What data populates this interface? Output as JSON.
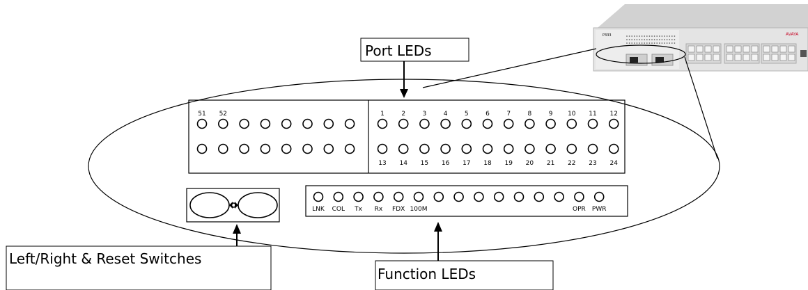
{
  "callouts": {
    "port_leds": "Port LEDs",
    "function_leds": "Function LEDs",
    "switches": "Left/Right & Reset Switches"
  },
  "left_panel": {
    "top_labels": [
      "51",
      "52"
    ],
    "columns": 8,
    "rows": 2
  },
  "port_panel": {
    "top_labels": [
      "1",
      "2",
      "3",
      "4",
      "5",
      "6",
      "7",
      "8",
      "9",
      "10",
      "11",
      "12"
    ],
    "bottom_labels": [
      "13",
      "14",
      "15",
      "16",
      "17",
      "18",
      "19",
      "20",
      "21",
      "22",
      "23",
      "24"
    ]
  },
  "function_panel": {
    "led_count": 15,
    "labels": [
      {
        "index": 0,
        "text": "LNK"
      },
      {
        "index": 1,
        "text": "COL"
      },
      {
        "index": 2,
        "text": "Tx"
      },
      {
        "index": 3,
        "text": "Rx"
      },
      {
        "index": 4,
        "text": "FDX"
      },
      {
        "index": 5,
        "text": "100M"
      },
      {
        "index": 13,
        "text": "OPR"
      },
      {
        "index": 14,
        "text": "PWR"
      }
    ]
  },
  "device_photo": {
    "brand": "AVAYA",
    "model": "P333"
  },
  "colors": {
    "device_body": "#e6e6e6",
    "brand_red": "#c8102e"
  }
}
